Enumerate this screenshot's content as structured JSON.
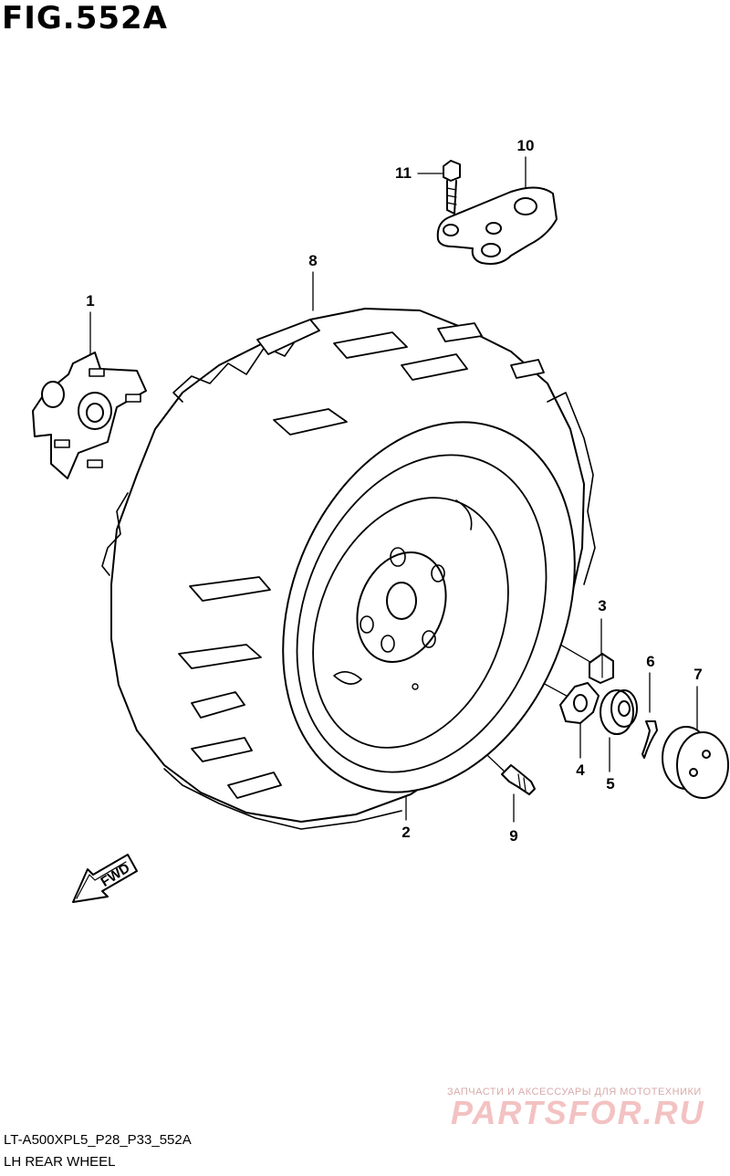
{
  "figure": {
    "title": "FIG.552A",
    "code": "LT-A500XPL5_P28_P33_552A",
    "name": "LH REAR WHEEL"
  },
  "callouts": [
    "1",
    "2",
    "3",
    "4",
    "5",
    "6",
    "7",
    "8",
    "9",
    "10",
    "11"
  ],
  "fwd_label": "FWD",
  "watermark": {
    "tagline": "ЗАПЧАСТИ И АКСЕССУАРЫ ДЛЯ МОТОТЕХНИКИ",
    "brand": "PARTSFOR.RU"
  }
}
